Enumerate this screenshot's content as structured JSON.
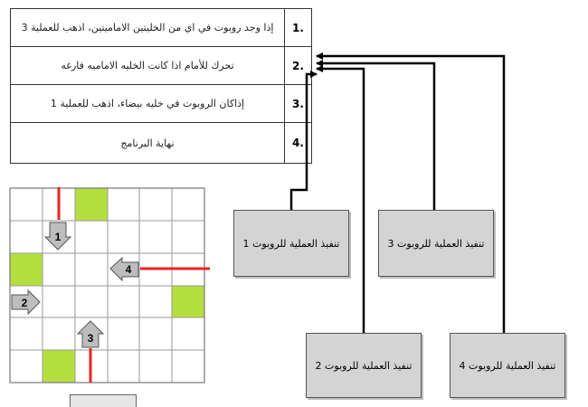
{
  "program": {
    "steps": [
      {
        "num": "1.",
        "text": "إذا وجد روبوت في اي من الخليتين الاماميتين، اذهب للعملية 3"
      },
      {
        "num": "2.",
        "text": "تحرك للأمام اذا كانت الخليه الاماميه فارغه"
      },
      {
        "num": "3.",
        "text": "إذاكان الروبوت في خليه بيضاء، اذهب للعملية 1"
      },
      {
        "num": "4.",
        "text": "نهاية البرنامج"
      }
    ]
  },
  "robot_boxes": {
    "robot1": "تنفيذ العملية للروبوت 1",
    "robot3": "تنفيذ العملية للروبوت 3",
    "robot2": "تنفيذ العملية للروبوت 2",
    "robot4": "تنفيذ العملية للروبوت 4"
  },
  "grid": {
    "green_color": "#b5df3f",
    "robot_labels": [
      "1",
      "2",
      "3",
      "4"
    ],
    "robot_directions": [
      "down",
      "right",
      "up",
      "left"
    ]
  },
  "colors": {
    "box_fill": "#d4d4d4",
    "path_red": "#ee2222",
    "arrow_fill": "#bdbdbd"
  }
}
